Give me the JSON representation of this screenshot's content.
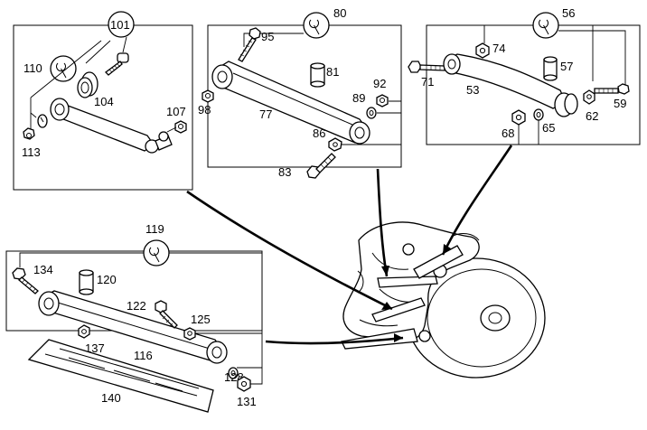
{
  "callouts": {
    "c53": "53",
    "c56": "56",
    "c57": "57",
    "c59": "59",
    "c62": "62",
    "c65": "65",
    "c68": "68",
    "c71": "71",
    "c74": "74",
    "c77": "77",
    "c80": "80",
    "c81": "81",
    "c83": "83",
    "c86": "86",
    "c89": "89",
    "c92": "92",
    "c95": "95",
    "c98": "98",
    "c101": "101",
    "c104": "104",
    "c107": "107",
    "c110": "110",
    "c113": "113",
    "c116": "116",
    "c119": "119",
    "c120": "120",
    "c122": "122",
    "c125": "125",
    "c128": "128",
    "c131": "131",
    "c134": "134",
    "c137": "137",
    "c140": "140"
  },
  "icons": [
    "wrench-icon"
  ]
}
